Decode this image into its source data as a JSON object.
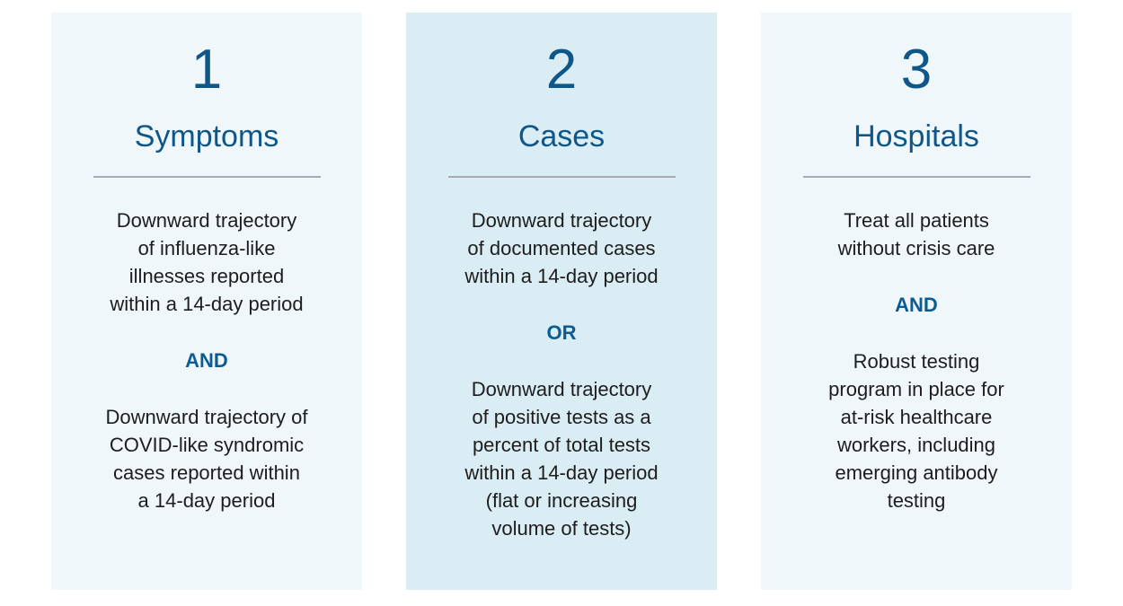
{
  "page": {
    "background": "#ffffff"
  },
  "colors": {
    "heading_blue": "#0f5788",
    "conjunction_blue": "#0c5c94",
    "body_text": "#1d1d1d",
    "divider_gray": "#a5abb0",
    "card_light_bg": "#f0f7fa",
    "card_medium_bg": "#daecf4"
  },
  "cards": [
    {
      "number": "1",
      "title": "Symptoms",
      "criteria_1_lines": [
        "Downward trajectory",
        "of influenza-like",
        "illnesses reported",
        "within a 14-day period"
      ],
      "conjunction": "AND",
      "criteria_2_lines": [
        "Downward trajectory of",
        "COVID-like syndromic",
        "cases reported within",
        "a 14-day period"
      ]
    },
    {
      "number": "2",
      "title": "Cases",
      "criteria_1_lines": [
        "Downward trajectory",
        "of documented cases",
        "within a 14-day period"
      ],
      "conjunction": "OR",
      "criteria_2_lines": [
        "Downward trajectory",
        "of positive tests as a",
        "percent of total tests",
        "within a 14-day period",
        "(flat or increasing",
        "volume of tests)"
      ]
    },
    {
      "number": "3",
      "title": "Hospitals",
      "criteria_1_lines": [
        "Treat all patients",
        "without crisis care"
      ],
      "conjunction": "AND",
      "criteria_2_lines": [
        "Robust testing",
        "program in place for",
        "at-risk healthcare",
        "workers, including",
        "emerging antibody",
        "testing"
      ]
    }
  ]
}
